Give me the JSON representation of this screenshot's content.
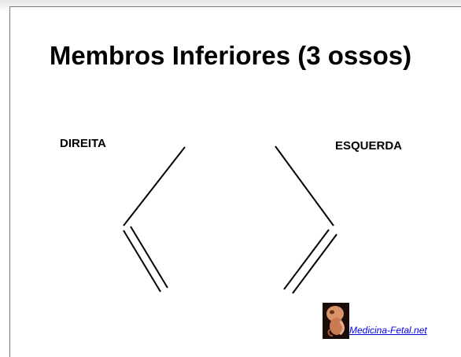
{
  "slide": {
    "title": "Membros Inferiores (3 ossos)",
    "label_right_side": "DIREITA",
    "label_left_side": "ESQUERDA"
  },
  "watermark": {
    "link_text": "Medicina-Fetal.net",
    "icon": "fetus-icon",
    "link_color": "#0000ee"
  },
  "diagram": {
    "right_limb": {
      "upper_bones": 1,
      "lower_bones": 2
    },
    "left_limb": {
      "upper_bones": 1,
      "lower_bones": 2
    },
    "line_color": "#000000"
  }
}
